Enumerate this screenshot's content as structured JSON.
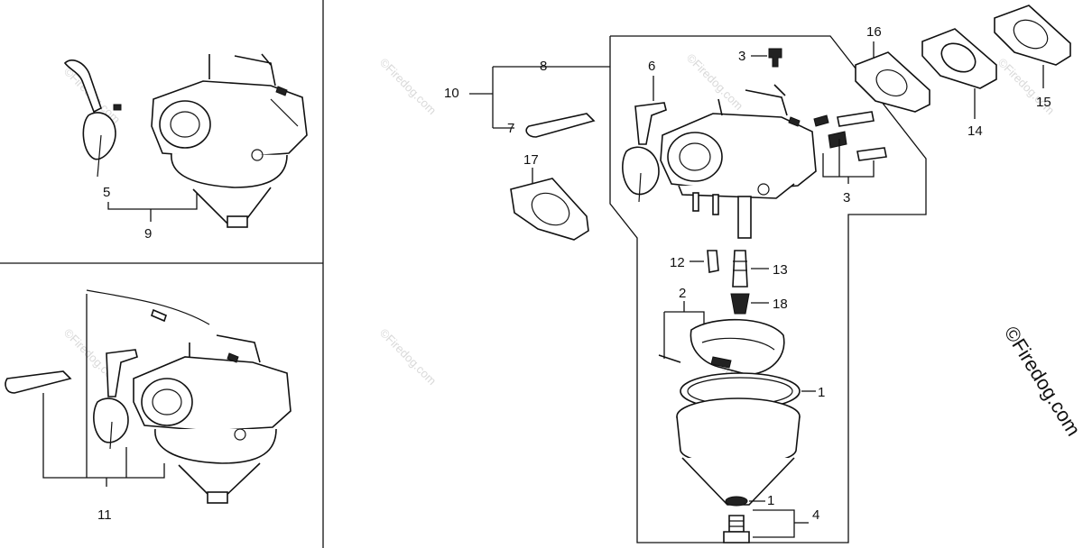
{
  "callouts": {
    "c1a": "1",
    "c1b": "1",
    "c2": "2",
    "c3a": "3",
    "c3b": "3",
    "c4": "4",
    "c5": "5",
    "c6": "6",
    "c7": "7",
    "c8": "8",
    "c9": "9",
    "c10": "10",
    "c11": "11",
    "c12": "12",
    "c13": "13",
    "c14": "14",
    "c15": "15",
    "c16": "16",
    "c17": "17",
    "c18": "18"
  },
  "watermark": {
    "small": "©Firedog.com",
    "big": "©Firedog.com"
  },
  "icons": [
    "carburetor-assembly",
    "choke-lever",
    "gasket",
    "float",
    "float-bowl",
    "screw",
    "spring",
    "needle-valve"
  ]
}
